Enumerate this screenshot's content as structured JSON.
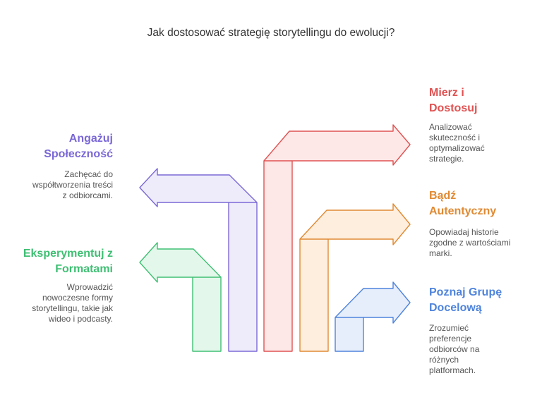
{
  "title": "Jak dostosować strategię storytellingu do ewolucji?",
  "steps": [
    {
      "heading": "Angażuj Społeczność",
      "description": "Zachęcać do współtworzenia treści z odbiorcami.",
      "color": "#7b68d6",
      "fill": "#eeecfb"
    },
    {
      "heading": "Eksperymentuj z Formatami",
      "description": "Wprowadzić nowoczesne formy storytellingu, takie jak wideo i podcasty.",
      "color": "#3fbf73",
      "fill": "#e3f8ea"
    },
    {
      "heading": "Mierz i Dostosuj",
      "description": "Analizować skuteczność i optymalizować strategie.",
      "color": "#e05252",
      "fill": "#fde7e7"
    },
    {
      "heading": "Bądź Autentyczny",
      "description": "Opowiadaj historie zgodne z wartościami marki.",
      "color": "#e08a33",
      "fill": "#fdeede"
    },
    {
      "heading": "Poznaj Grupę Docelową",
      "description": "Zrozumieć preferencje odbiorców na różnych platformach.",
      "color": "#4f84dc",
      "fill": "#e6eefb"
    }
  ]
}
